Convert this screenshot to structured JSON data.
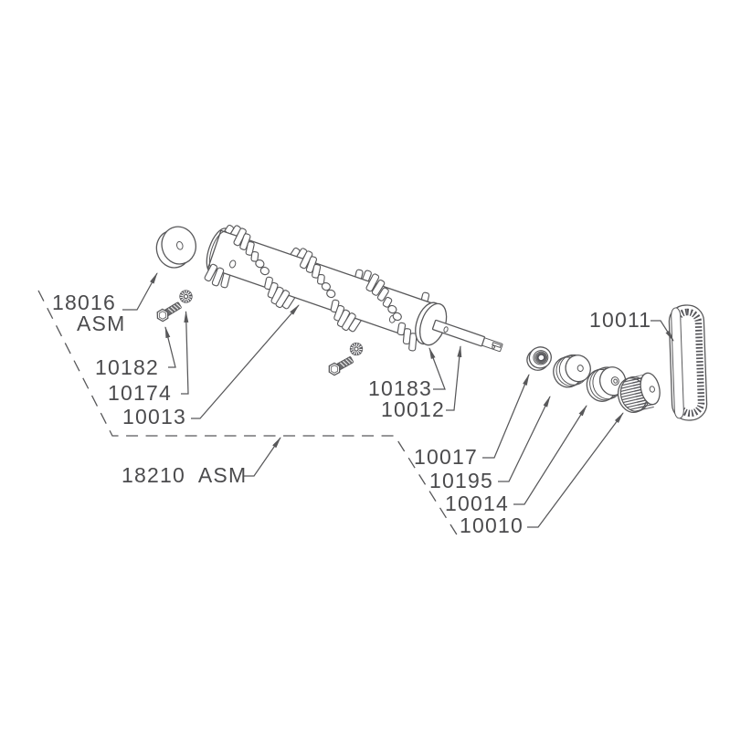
{
  "colors": {
    "line": "#58585a",
    "text": "#4b4b4d",
    "dark": "#55555a",
    "background": "#ffffff"
  },
  "labels": {
    "end_cap": {
      "num": "18016",
      "suffix": "ASM"
    },
    "screw": {
      "num": "10182"
    },
    "lock_washer": {
      "num": "10174"
    },
    "brush_roller": {
      "num": "10013"
    },
    "brush_assembly": {
      "num": "18210  ASM"
    },
    "end_disc": {
      "num": "10183"
    },
    "shaft": {
      "num": "10012"
    },
    "belt": {
      "num": "10011"
    },
    "bearing": {
      "num": "10017"
    },
    "spacer": {
      "num": "10195"
    },
    "pulley": {
      "num": "10014"
    },
    "toothed_pulley": {
      "num": "10010"
    }
  }
}
